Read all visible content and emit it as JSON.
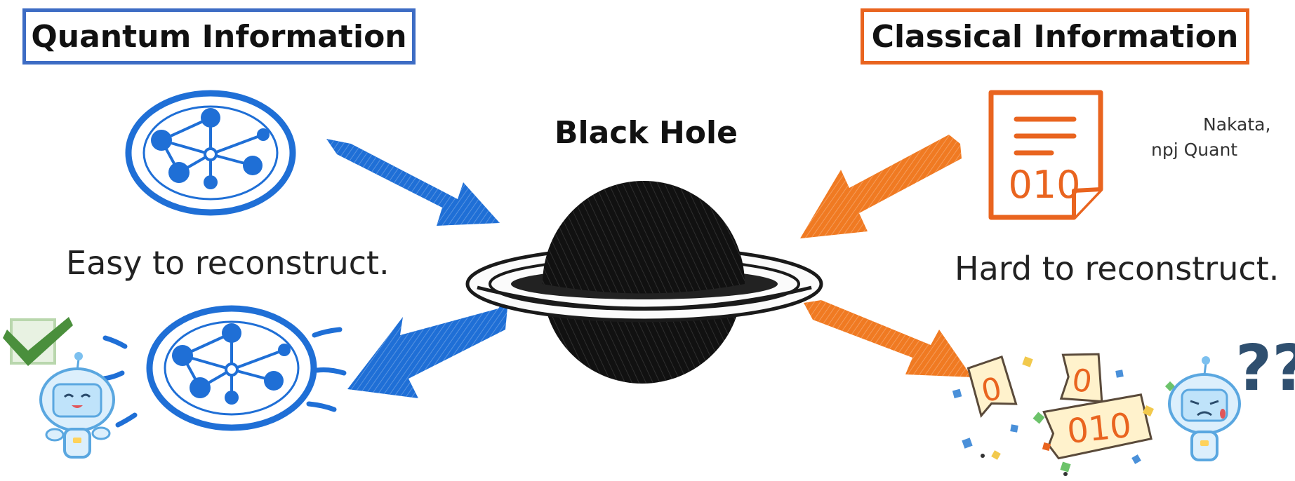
{
  "headers": {
    "quantum": "Quantum Information",
    "classical": "Classical Information"
  },
  "center": {
    "black_hole_label": "Black Hole"
  },
  "captions": {
    "easy": "Easy to reconstruct.",
    "hard": "Hard to reconstruct."
  },
  "citation": {
    "line1": "Nakata,",
    "line2": "npj Quant"
  },
  "document_icon": {
    "digits": "010"
  },
  "fragments": {
    "piece_a": "0",
    "piece_b": "0",
    "piece_c": "010"
  },
  "marks": {
    "question": "??"
  },
  "colors": {
    "quantum_blue": "#1f6fd6",
    "quantum_border": "#3d6cc4",
    "classical_orange": "#e9641f",
    "black_hole": "#111111",
    "check_green": "#4a8f3c"
  },
  "icons": [
    "quantum-state-icon",
    "document-icon",
    "black-hole",
    "robot-happy-icon",
    "robot-sad-icon",
    "checkmark-icon",
    "question-mark-icon"
  ]
}
